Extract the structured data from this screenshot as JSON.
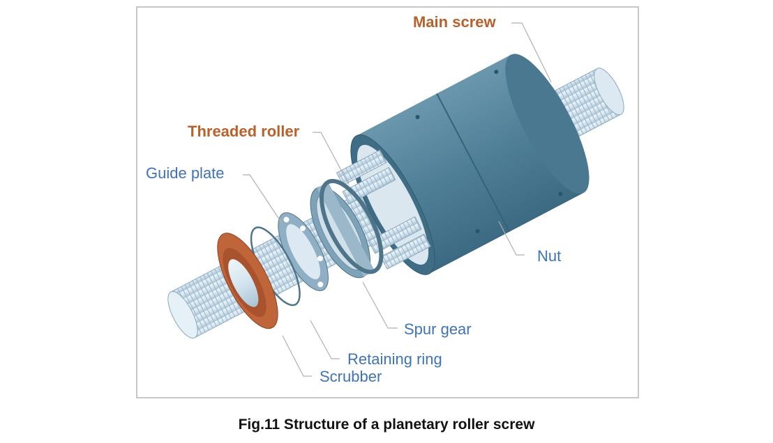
{
  "figure": {
    "labels": {
      "main_screw": "Main screw",
      "threaded_roller": "Threaded roller",
      "guide_plate": "Guide plate",
      "nut": "Nut",
      "spur_gear": "Spur gear",
      "retaining_ring": "Retaining ring",
      "scrubber": "Scrubber"
    },
    "colors": {
      "nut": "#4f7f97",
      "screw": "#d8e8f2",
      "scrubber": "#c0643a",
      "label_highlight": "#b8612c",
      "label": "#3f73b3"
    }
  },
  "caption": "Fig.11 Structure of a planetary roller screw"
}
